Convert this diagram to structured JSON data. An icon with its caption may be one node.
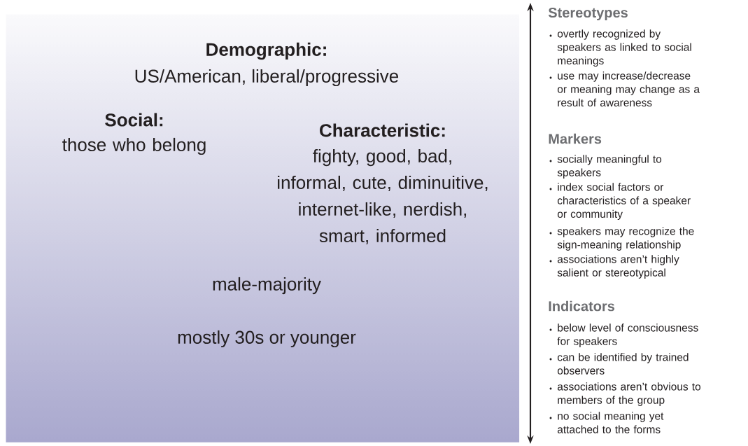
{
  "diagram": {
    "nodes": [
      {
        "text": [
          "Demographic:",
          "US/American, liberal/progressive",
          "Social:",
          "those who belong",
          "Characteristic:",
          "fighty, good, bad, informal, cute, diminuitive, internet-like, nerdish, smart, informed",
          "male-majority",
          "mostly 30s or younger"
        ]
      }
    ],
    "labels": [
      "Stereotypes",
      "overtly recognized by speakers as linked to social meanings",
      "use may increase/decrease or meaning may change as a result of awareness",
      "Markers",
      "socially meaningful to speakers",
      "index social factors or characteristics of a speaker or community",
      "speakers may recognize the sign-meaning relationship",
      "associations aren’t highly salient or stereotypical",
      "Indicators",
      "below level of consciousness for speakers",
      "can be identified by trained observers",
      "associations aren’t obvious to members of the group",
      "no social meaning yet attached to the forms"
    ]
  }
}
